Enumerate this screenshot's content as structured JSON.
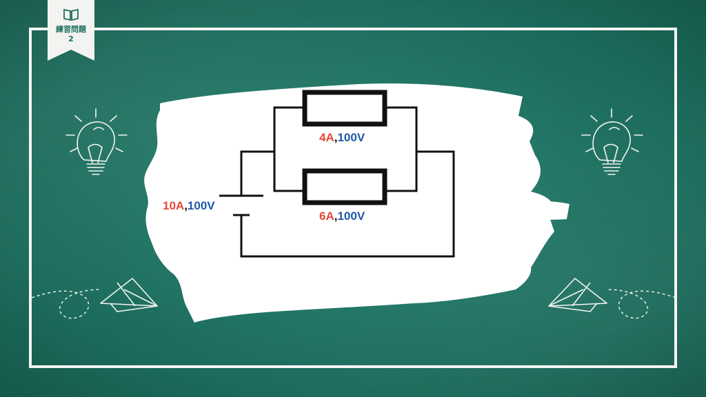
{
  "badge": {
    "icon": "book-icon",
    "title": "練習問題",
    "number": "2"
  },
  "labels": {
    "source": {
      "current": "10A",
      "comma": ",",
      "voltage": "100V"
    },
    "resistor_top": {
      "current": "4A",
      "comma": ",",
      "voltage": "100V"
    },
    "resistor_bottom": {
      "current": "6A",
      "comma": ",",
      "voltage": "100V"
    }
  },
  "colors": {
    "chalkboard": "#1f7766",
    "chalk": "#f4f6f3",
    "current_text": "#e8463b",
    "voltage_text": "#1d57a8",
    "wire": "#111111"
  }
}
